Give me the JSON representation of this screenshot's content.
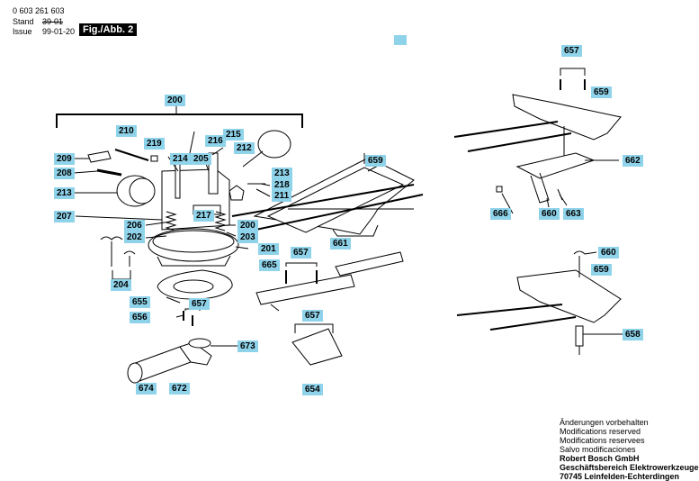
{
  "header": {
    "part_no": "0 603 261 603",
    "stand_label": "Stand",
    "stand_value": "39-01",
    "issue_label": "Issue",
    "issue_value": "99-01-20",
    "figure": "Fig./Abb. 2"
  },
  "callouts": {
    "c200": "200",
    "c210": "210",
    "c219": "219",
    "c216": "216",
    "c215": "215",
    "c212": "212",
    "c209": "209",
    "c214": "214",
    "c205": "205",
    "c208": "208",
    "c213a": "213",
    "c213b": "213",
    "c218": "218",
    "c211": "211",
    "c207": "207",
    "c217": "217",
    "c206": "206",
    "c202": "202",
    "c200b": "200",
    "c203": "203",
    "c201": "201",
    "c204": "204",
    "c655": "655",
    "c656": "656",
    "c657a": "657",
    "c673": "673",
    "c674": "674",
    "c672": "672",
    "c659a": "659",
    "c665": "665",
    "c657b": "657",
    "c661": "661",
    "c657c": "657",
    "c654": "654",
    "c657d": "657",
    "c659b": "659",
    "c662": "662",
    "c666": "666",
    "c660a": "660",
    "c663": "663",
    "c660b": "660",
    "c659c": "659",
    "c658": "658"
  },
  "footer": {
    "line1": "Änderungen vorbehalten",
    "line2": "Modifications reserved",
    "line3": "Modifications reservees",
    "line4": "Salvo modificaciones",
    "company": "Robert Bosch GmbH",
    "division": "Geschäftsbereich Elektrowerkzeuge",
    "address": "70745 Leinfelden-Echterdingen"
  }
}
